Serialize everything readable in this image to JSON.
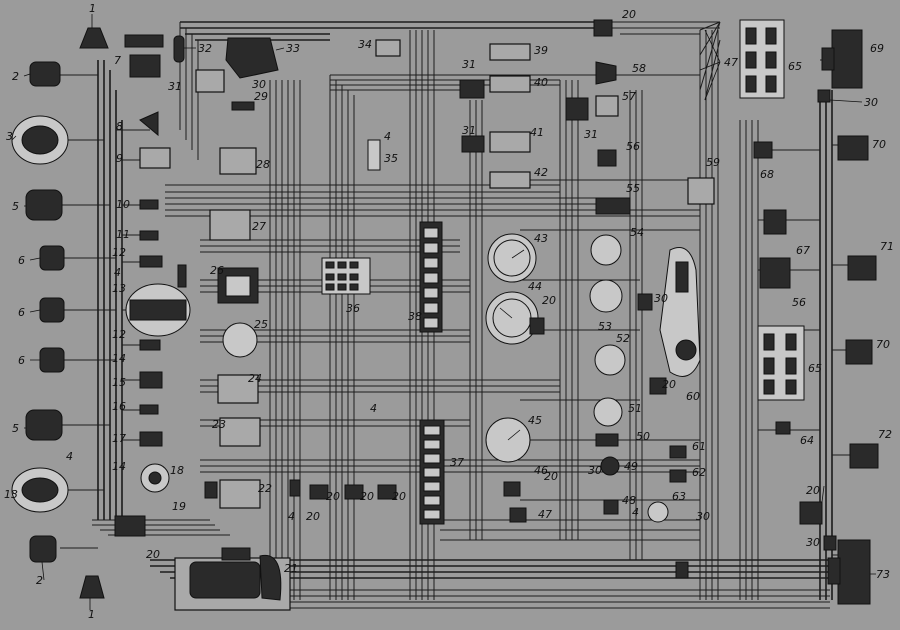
{
  "colors": {
    "background": "#9b9b9b",
    "ink": "#1c1c1c",
    "component_fill": "#2a2a2a"
  },
  "callouts": [
    {
      "id": "c1a",
      "text": "1"
    },
    {
      "id": "c2a",
      "text": "2"
    },
    {
      "id": "c3",
      "text": "3"
    },
    {
      "id": "c5a",
      "text": "5"
    },
    {
      "id": "c6a",
      "text": "6"
    },
    {
      "id": "c6b",
      "text": "6"
    },
    {
      "id": "c6c",
      "text": "6"
    },
    {
      "id": "c5b",
      "text": "5"
    },
    {
      "id": "c4a",
      "text": "4"
    },
    {
      "id": "c13",
      "text": "13"
    },
    {
      "id": "c2b",
      "text": "2"
    },
    {
      "id": "c1b",
      "text": "1"
    },
    {
      "id": "c7",
      "text": "7"
    },
    {
      "id": "c8",
      "text": "8"
    },
    {
      "id": "c9",
      "text": "9"
    },
    {
      "id": "c10",
      "text": "10"
    },
    {
      "id": "c11",
      "text": "11"
    },
    {
      "id": "c12a",
      "text": "12"
    },
    {
      "id": "c4b",
      "text": "4"
    },
    {
      "id": "c13b",
      "text": "13"
    },
    {
      "id": "c12b",
      "text": "12"
    },
    {
      "id": "c14a",
      "text": "14"
    },
    {
      "id": "c15",
      "text": "15"
    },
    {
      "id": "c16",
      "text": "16"
    },
    {
      "id": "c17",
      "text": "17"
    },
    {
      "id": "c14b",
      "text": "14"
    },
    {
      "id": "c18",
      "text": "18"
    },
    {
      "id": "c19",
      "text": "19"
    },
    {
      "id": "c20a",
      "text": "20"
    },
    {
      "id": "c21",
      "text": "21"
    },
    {
      "id": "c22",
      "text": "22"
    },
    {
      "id": "c23",
      "text": "23"
    },
    {
      "id": "c24",
      "text": "24"
    },
    {
      "id": "c25",
      "text": "25"
    },
    {
      "id": "c26",
      "text": "26"
    },
    {
      "id": "c27",
      "text": "27"
    },
    {
      "id": "c28",
      "text": "28"
    },
    {
      "id": "c29",
      "text": "29"
    },
    {
      "id": "c30a",
      "text": "30"
    },
    {
      "id": "c31a",
      "text": "31"
    },
    {
      "id": "c32",
      "text": "32"
    },
    {
      "id": "c33",
      "text": "33"
    },
    {
      "id": "c34",
      "text": "34"
    },
    {
      "id": "c4c",
      "text": "4"
    },
    {
      "id": "c35",
      "text": "35"
    },
    {
      "id": "c36",
      "text": "36"
    },
    {
      "id": "c38",
      "text": "38"
    },
    {
      "id": "c37",
      "text": "37"
    },
    {
      "id": "c4d",
      "text": "4"
    },
    {
      "id": "c20b",
      "text": "20"
    },
    {
      "id": "c20c",
      "text": "20"
    },
    {
      "id": "c20d",
      "text": "20"
    },
    {
      "id": "c4e",
      "text": "4"
    },
    {
      "id": "c20e",
      "text": "20"
    },
    {
      "id": "c31b",
      "text": "31"
    },
    {
      "id": "c39",
      "text": "39"
    },
    {
      "id": "c40",
      "text": "40"
    },
    {
      "id": "c31c",
      "text": "31"
    },
    {
      "id": "c41",
      "text": "41"
    },
    {
      "id": "c42",
      "text": "42"
    },
    {
      "id": "c43",
      "text": "43"
    },
    {
      "id": "c44",
      "text": "44"
    },
    {
      "id": "c20f",
      "text": "20"
    },
    {
      "id": "c45",
      "text": "45"
    },
    {
      "id": "c46",
      "text": "46"
    },
    {
      "id": "c20g",
      "text": "20"
    },
    {
      "id": "c47a",
      "text": "47"
    },
    {
      "id": "c48",
      "text": "48"
    },
    {
      "id": "c49",
      "text": "49"
    },
    {
      "id": "c30b",
      "text": "30"
    },
    {
      "id": "c50",
      "text": "50"
    },
    {
      "id": "c51",
      "text": "51"
    },
    {
      "id": "c52",
      "text": "52"
    },
    {
      "id": "c53",
      "text": "53"
    },
    {
      "id": "c54",
      "text": "54"
    },
    {
      "id": "c55",
      "text": "55"
    },
    {
      "id": "c56a",
      "text": "56"
    },
    {
      "id": "c57",
      "text": "57"
    },
    {
      "id": "c31d",
      "text": "31"
    },
    {
      "id": "c58",
      "text": "58"
    },
    {
      "id": "c20h",
      "text": "20"
    },
    {
      "id": "c47b",
      "text": "47"
    },
    {
      "id": "c59",
      "text": "59"
    },
    {
      "id": "c30c",
      "text": "30"
    },
    {
      "id": "c20i",
      "text": "20"
    },
    {
      "id": "c60",
      "text": "60"
    },
    {
      "id": "c61",
      "text": "61"
    },
    {
      "id": "c62",
      "text": "62"
    },
    {
      "id": "c63",
      "text": "63"
    },
    {
      "id": "c4f",
      "text": "4"
    },
    {
      "id": "c30d",
      "text": "30"
    },
    {
      "id": "c65a",
      "text": "65"
    },
    {
      "id": "c69",
      "text": "69"
    },
    {
      "id": "c30e",
      "text": "30"
    },
    {
      "id": "c70a",
      "text": "70"
    },
    {
      "id": "c68",
      "text": "68"
    },
    {
      "id": "c67",
      "text": "67"
    },
    {
      "id": "c71",
      "text": "71"
    },
    {
      "id": "c56b",
      "text": "56"
    },
    {
      "id": "c70b",
      "text": "70"
    },
    {
      "id": "c65b",
      "text": "65"
    },
    {
      "id": "c64",
      "text": "64"
    },
    {
      "id": "c72",
      "text": "72"
    },
    {
      "id": "c20j",
      "text": "20"
    },
    {
      "id": "c30f",
      "text": "30"
    },
    {
      "id": "c73",
      "text": "73"
    }
  ]
}
